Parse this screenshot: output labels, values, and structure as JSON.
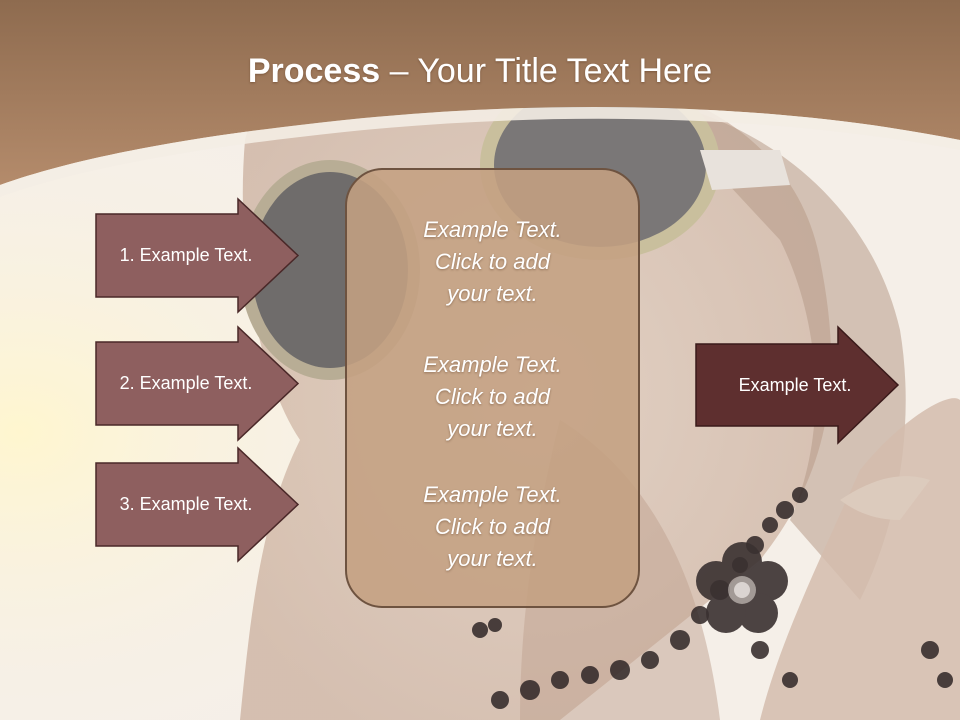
{
  "slide": {
    "title_bold": "Process",
    "title_rest": " – Your Title Text Here",
    "left_steps": [
      {
        "label": "1. Example Text."
      },
      {
        "label": "2. Example Text."
      },
      {
        "label": "3. Example Text."
      }
    ],
    "center_blocks": [
      {
        "line1": "Example Text.",
        "line2": "Click  to add",
        "line3": "your text."
      },
      {
        "line1": "Example Text.",
        "line2": "Click  to add",
        "line3": "your text."
      },
      {
        "line1": "Example Text.",
        "line2": "Click  to add",
        "line3": "your text."
      }
    ],
    "right_output": {
      "label": "Example Text."
    }
  },
  "colors": {
    "header_brown": "#a07a5c",
    "step_arrow_fill": "#8e5f5f",
    "output_arrow_fill": "#5e2f2f",
    "center_box_fill": "#c4a082"
  }
}
